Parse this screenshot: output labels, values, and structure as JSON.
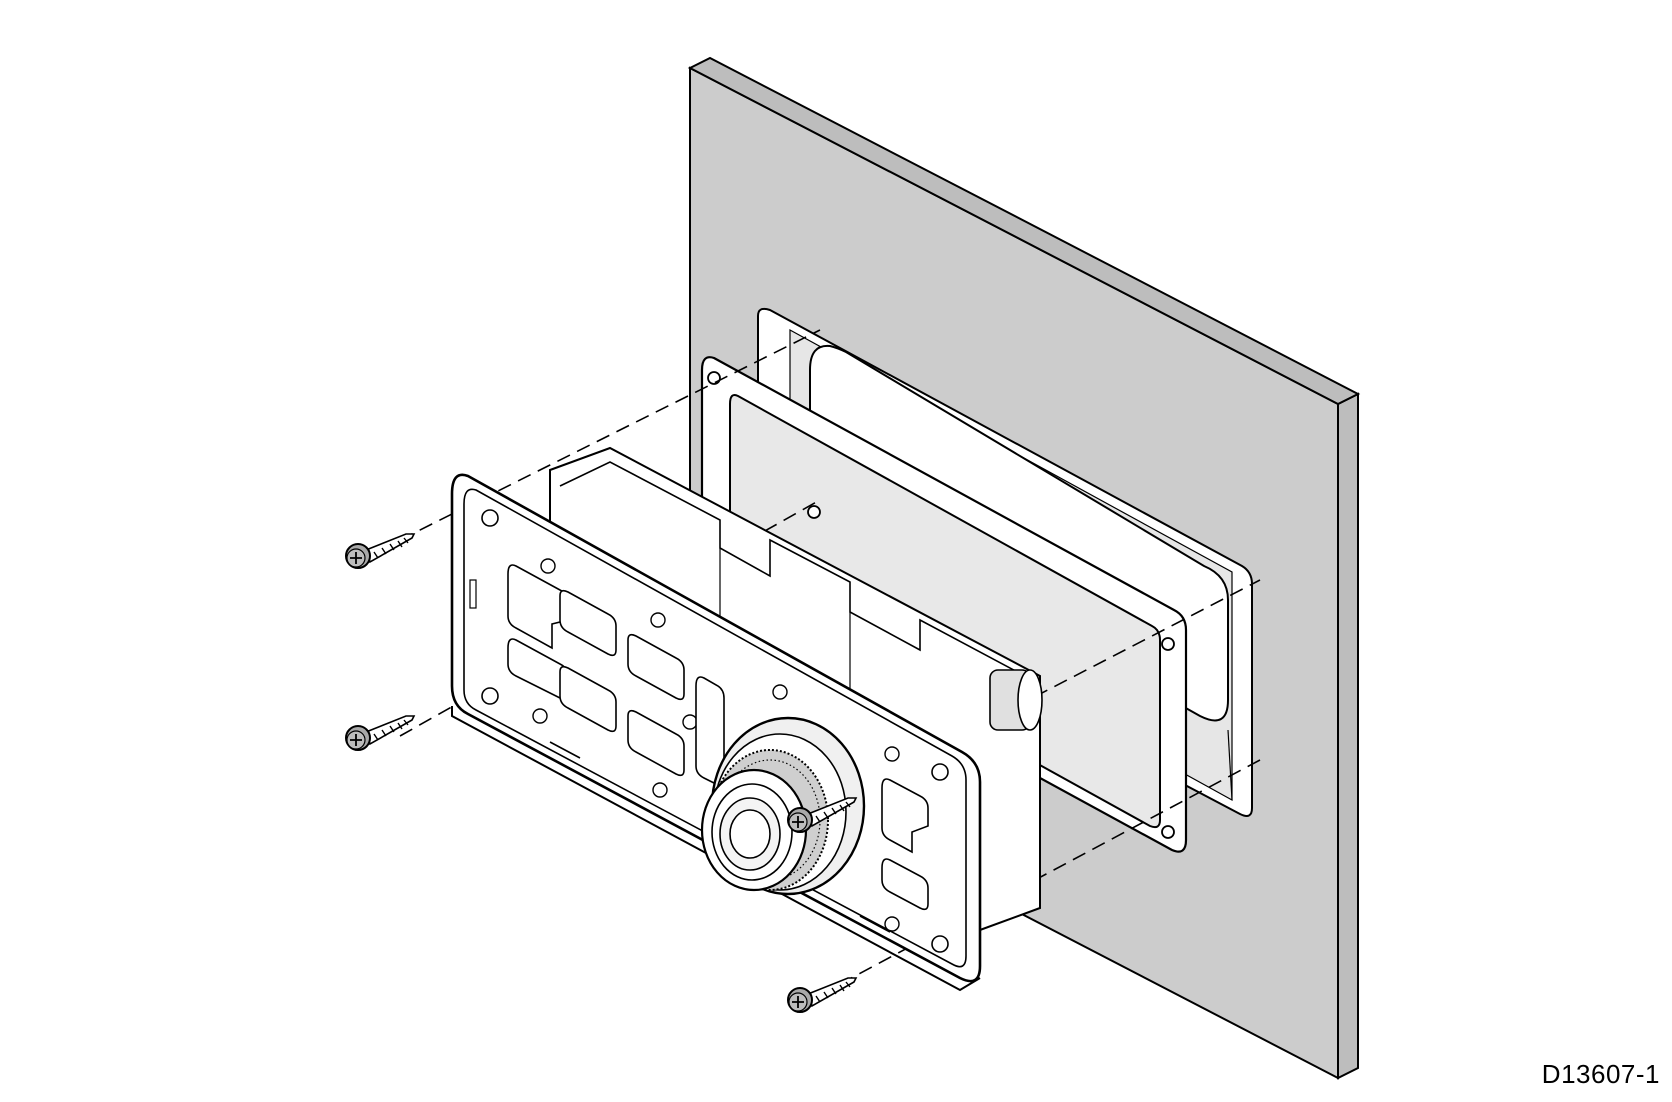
{
  "drawing": {
    "reference": "D13607-1"
  },
  "colors": {
    "panel_face": "#cccccc",
    "panel_edge": "#bdbdbd",
    "line": "#000000",
    "part_fill": "#ffffff",
    "screw_fill": "#a9a9a9",
    "knob_fill": "#f0f0f0"
  },
  "parts": [
    "mounting-panel",
    "gasket",
    "keypad-unit",
    "rotary-knob",
    "screw"
  ],
  "screw_count": 4
}
